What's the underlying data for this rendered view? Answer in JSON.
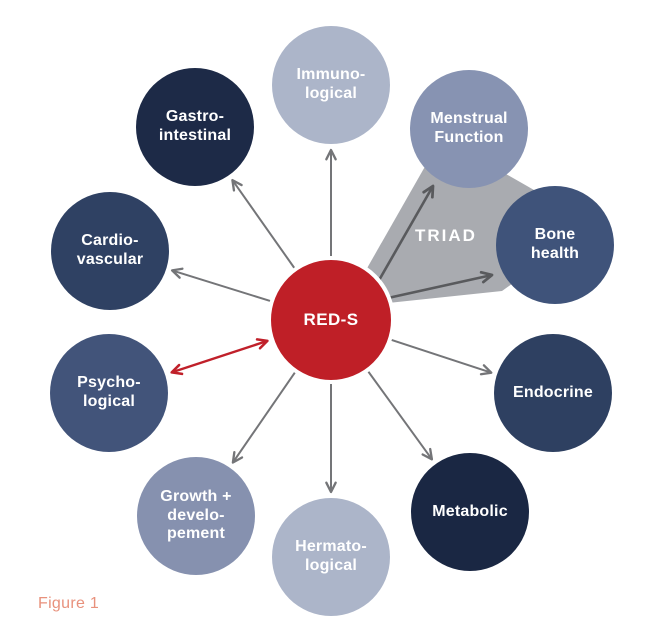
{
  "figure": {
    "caption": "Figure 1"
  },
  "center": {
    "label": "RED-S",
    "color": "#bf1f27"
  },
  "triad": {
    "label": "TRIAD",
    "wedge_color": "#a9abb0"
  },
  "nodes": [
    {
      "id": "immunological",
      "label": "Immuno-\nlogical",
      "color": "#acb5c9"
    },
    {
      "id": "menstrual-function",
      "label": "Menstrual\nFunction",
      "color": "#8793b2"
    },
    {
      "id": "bone-health",
      "label": "Bone\nhealth",
      "color": "#3f537a"
    },
    {
      "id": "endocrine",
      "label": "Endocrine",
      "color": "#2e4061"
    },
    {
      "id": "metabolic",
      "label": "Metabolic",
      "color": "#1a2743"
    },
    {
      "id": "hermatological",
      "label": "Hermato-\nlogical",
      "color": "#acb5c9"
    },
    {
      "id": "growth-development",
      "label": "Growth +\ndevelo-\npement",
      "color": "#8691af"
    },
    {
      "id": "psychological",
      "label": "Psycho-\nlogical",
      "color": "#42547a"
    },
    {
      "id": "cardiovascular",
      "label": "Cardio-\nvascular",
      "color": "#2f4163"
    },
    {
      "id": "gastrointestinal",
      "label": "Gastro-\nintestinal",
      "color": "#1d2a47"
    }
  ],
  "colors": {
    "arrow_gray": "#747578",
    "arrow_dark": "#595a5d",
    "arrow_red": "#c0202a",
    "caption": "#e8917c",
    "background": "#ffffff"
  }
}
